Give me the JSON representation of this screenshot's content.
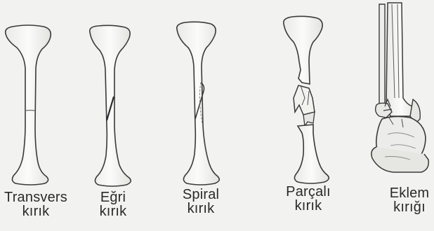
{
  "figure": {
    "fractures": [
      {
        "id": "transverse",
        "line1": "Transvers",
        "line2": "kırık"
      },
      {
        "id": "oblique",
        "line1": "Eğri",
        "line2": "kırık"
      },
      {
        "id": "spiral",
        "line1": "Spiral",
        "line2": "kırık"
      },
      {
        "id": "comminuted",
        "line1": "Parçalı",
        "line2": "kırık"
      },
      {
        "id": "joint",
        "line1": "Eklem",
        "line2": "kırığı"
      }
    ]
  }
}
